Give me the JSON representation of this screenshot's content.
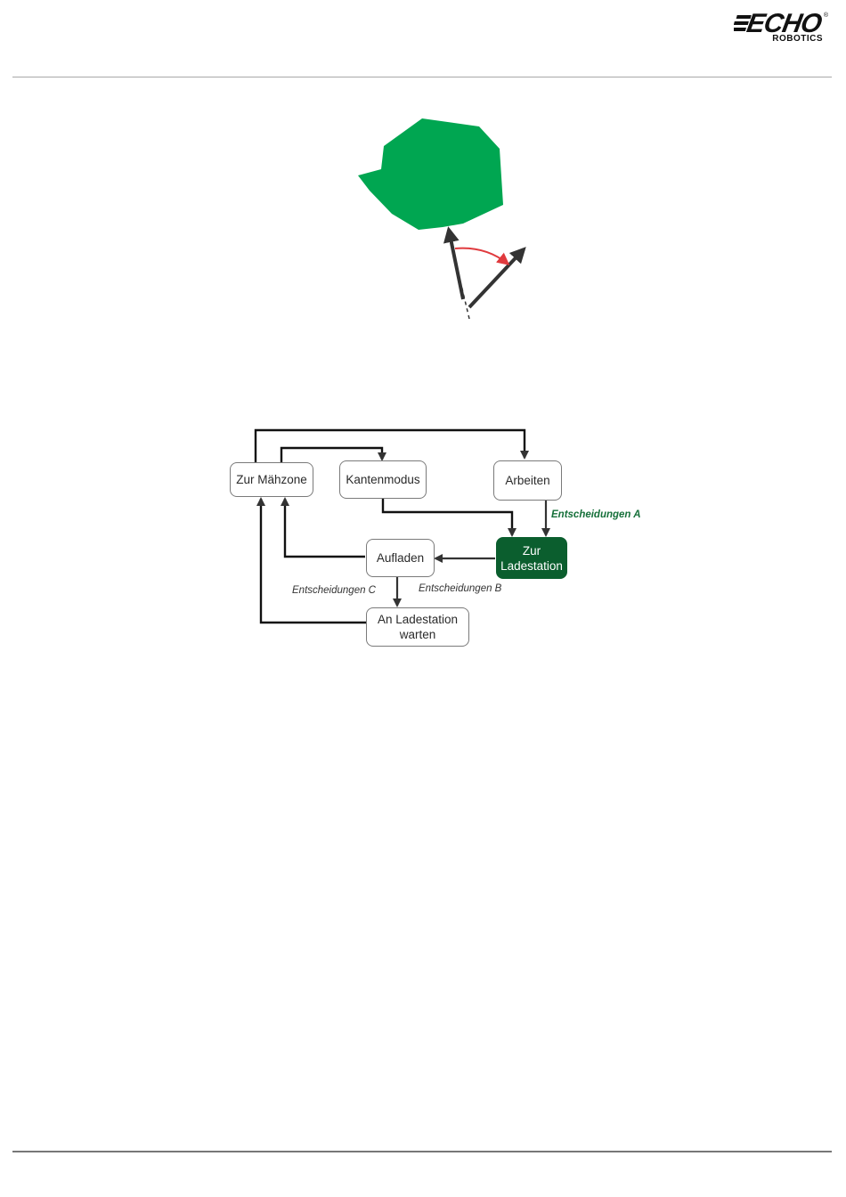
{
  "header": {
    "logo_text": "ECHO",
    "logo_registered": "®",
    "logo_subtitle": "ROBOTICS"
  },
  "colors": {
    "zone_fill": "#00a651",
    "turn_arc": "#e03a3e",
    "accent_node": "#0b5e2e",
    "accent_label": "#16703a"
  },
  "flowchart": {
    "nodes": {
      "zur_mahzone": "Zur Mähzone",
      "kantenmodus": "Kantenmodus",
      "arbeiten": "Arbeiten",
      "zur_ladestation": "Zur\nLadestation",
      "aufladen": "Aufladen",
      "an_ladestation_warten": "An Ladestation\nwarten"
    },
    "labels": {
      "entscheidungen_a": "Entscheidungen A",
      "entscheidungen_b": "Entscheidungen B",
      "entscheidungen_c": "Entscheidungen C"
    }
  }
}
